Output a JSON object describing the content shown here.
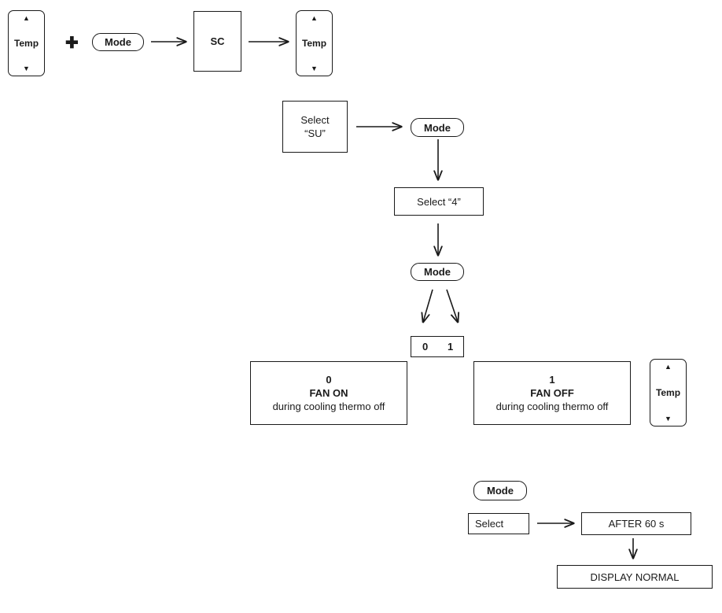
{
  "colors": {
    "stroke": "#1a1a1a",
    "background": "#ffffff"
  },
  "temp_key": {
    "up_glyph": "▲",
    "label": "Temp",
    "down_glyph": "▼"
  },
  "plus_glyph": "✚",
  "mode_label": "Mode",
  "sc_label": "SC",
  "select_su": {
    "line1": "Select",
    "line2": "“SU”"
  },
  "select_4": "Select “4”",
  "options_box": {
    "left": "0",
    "right": "1"
  },
  "option_0": {
    "value": "0",
    "title": "FAN ON",
    "desc": "during cooling thermo off"
  },
  "option_1": {
    "value": "1",
    "title": "FAN OFF",
    "desc": "during cooling thermo off"
  },
  "select_label": "Select",
  "after_label": "AFTER 60 s",
  "display_normal": "DISPLAY NORMAL"
}
